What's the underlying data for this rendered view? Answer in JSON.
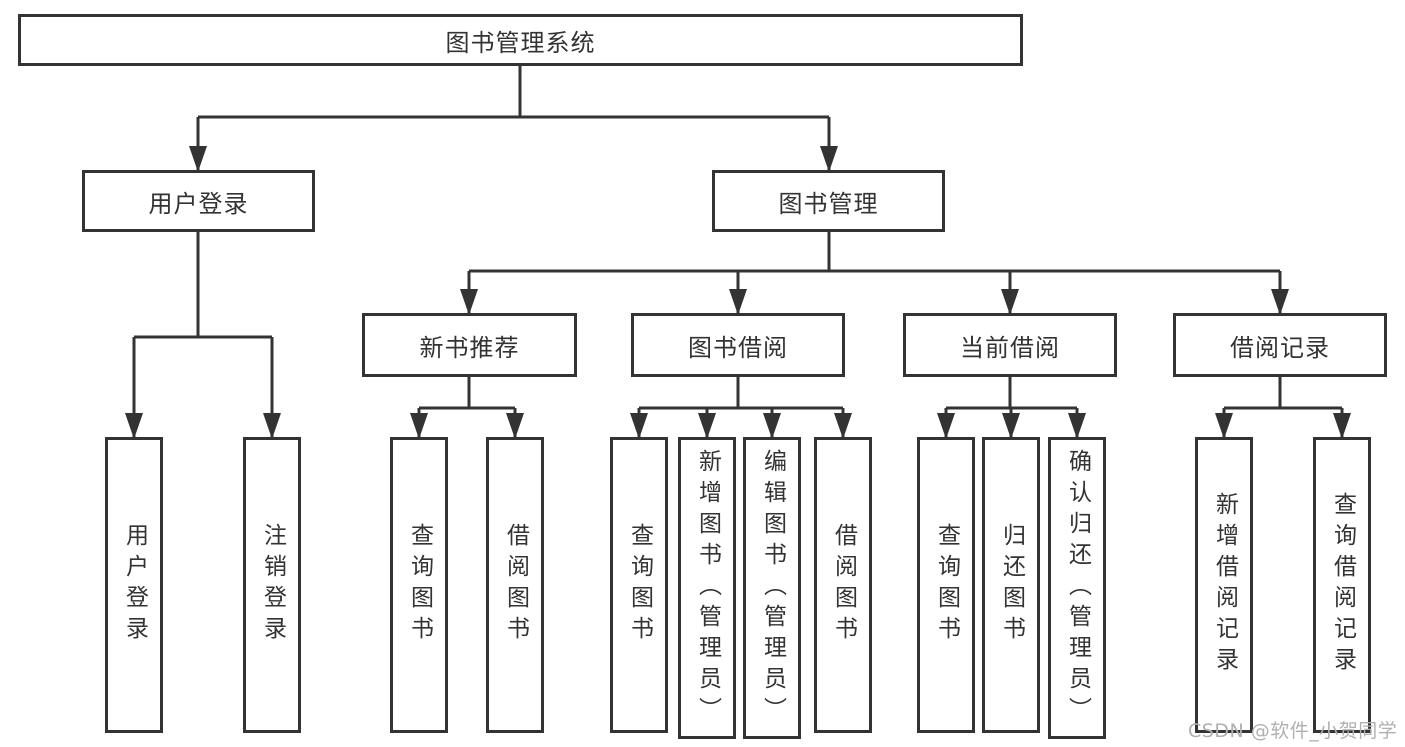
{
  "nodes": {
    "root": "图书管理系统",
    "user_login": "用户登录",
    "book_mgmt": "图书管理",
    "new_book_rec": "新书推荐",
    "book_borrow": "图书借阅",
    "current_borrow": "当前借阅",
    "borrow_record": "借阅记录",
    "leaf_user_login": "用户登录",
    "leaf_logout": "注销登录",
    "leaf_query_book_a": "查询图书",
    "leaf_borrow_book_a": "借阅图书",
    "leaf_query_book_b": "查询图书",
    "leaf_add_book": "新增图书（管理员）",
    "leaf_edit_book": "编辑图书（管理员）",
    "leaf_borrow_book_b": "借阅图书",
    "leaf_query_book_c": "查询图书",
    "leaf_return_book": "归还图书",
    "leaf_confirm_return": "确认归还（管理员）",
    "leaf_add_record": "新增借阅记录",
    "leaf_query_record": "查询借阅记录"
  },
  "watermark": "CSDN @软件_小贺同学",
  "colors": {
    "line": "#333333",
    "box_border": "#333333",
    "text": "#333333",
    "watermark": "#b0b0b0",
    "background": "#ffffff"
  }
}
